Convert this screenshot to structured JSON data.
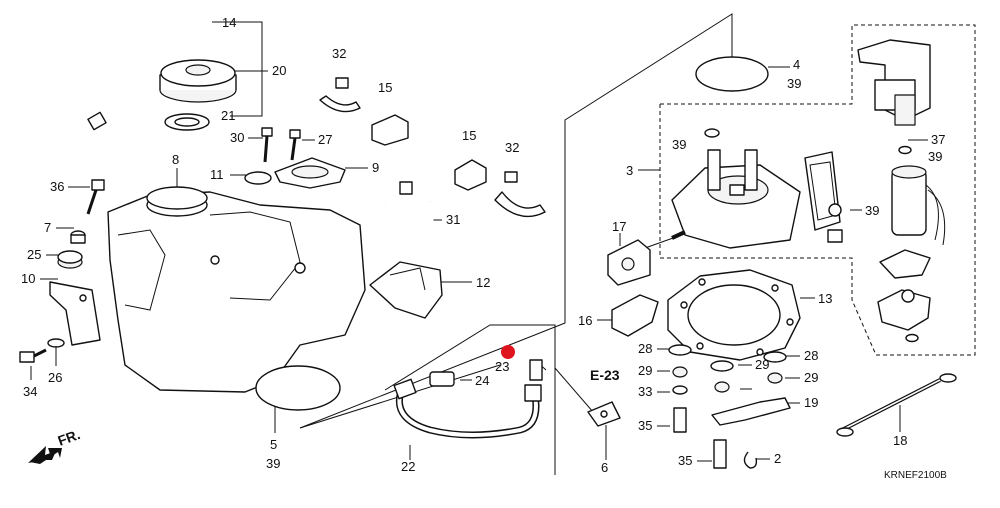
{
  "diagram_code": "KRNEF2100B",
  "direction_label": "FR.",
  "section_ref": "E-23",
  "highlight_color": "#e0141e",
  "callouts": [
    {
      "id": "c14",
      "text": "14"
    },
    {
      "id": "c20",
      "text": "20"
    },
    {
      "id": "c21",
      "text": "21"
    },
    {
      "id": "c32a",
      "text": "32"
    },
    {
      "id": "c15a",
      "text": "15"
    },
    {
      "id": "c30",
      "text": "30"
    },
    {
      "id": "c27",
      "text": "27"
    },
    {
      "id": "c8",
      "text": "8"
    },
    {
      "id": "c9",
      "text": "9"
    },
    {
      "id": "c11",
      "text": "11"
    },
    {
      "id": "c36",
      "text": "36"
    },
    {
      "id": "c15b",
      "text": "15"
    },
    {
      "id": "c32b",
      "text": "32"
    },
    {
      "id": "c31",
      "text": "31"
    },
    {
      "id": "c7",
      "text": "7"
    },
    {
      "id": "c25",
      "text": "25"
    },
    {
      "id": "c10",
      "text": "10"
    },
    {
      "id": "c12",
      "text": "12"
    },
    {
      "id": "c26",
      "text": "26"
    },
    {
      "id": "c34",
      "text": "34"
    },
    {
      "id": "c5",
      "text": "5"
    },
    {
      "id": "c39a",
      "text": "39"
    },
    {
      "id": "c4",
      "text": "4"
    },
    {
      "id": "c39b",
      "text": "39"
    },
    {
      "id": "c39c",
      "text": "39"
    },
    {
      "id": "c3",
      "text": "3"
    },
    {
      "id": "c39d",
      "text": "39"
    },
    {
      "id": "c37",
      "text": "37"
    },
    {
      "id": "c39e",
      "text": "39"
    },
    {
      "id": "c17",
      "text": "17"
    },
    {
      "id": "c13",
      "text": "13"
    },
    {
      "id": "c16",
      "text": "16"
    },
    {
      "id": "c28a",
      "text": "28"
    },
    {
      "id": "c28b",
      "text": "28"
    },
    {
      "id": "c29a",
      "text": "29"
    },
    {
      "id": "c29b",
      "text": "29"
    },
    {
      "id": "c29c",
      "text": "29"
    },
    {
      "id": "c33",
      "text": "33"
    },
    {
      "id": "c35a",
      "text": "35"
    },
    {
      "id": "c35b",
      "text": "35"
    },
    {
      "id": "c19",
      "text": "19"
    },
    {
      "id": "c2",
      "text": "2"
    },
    {
      "id": "c18",
      "text": "18"
    },
    {
      "id": "c23",
      "text": "23"
    },
    {
      "id": "c24",
      "text": "24"
    },
    {
      "id": "c22",
      "text": "22"
    },
    {
      "id": "c6",
      "text": "6"
    }
  ]
}
